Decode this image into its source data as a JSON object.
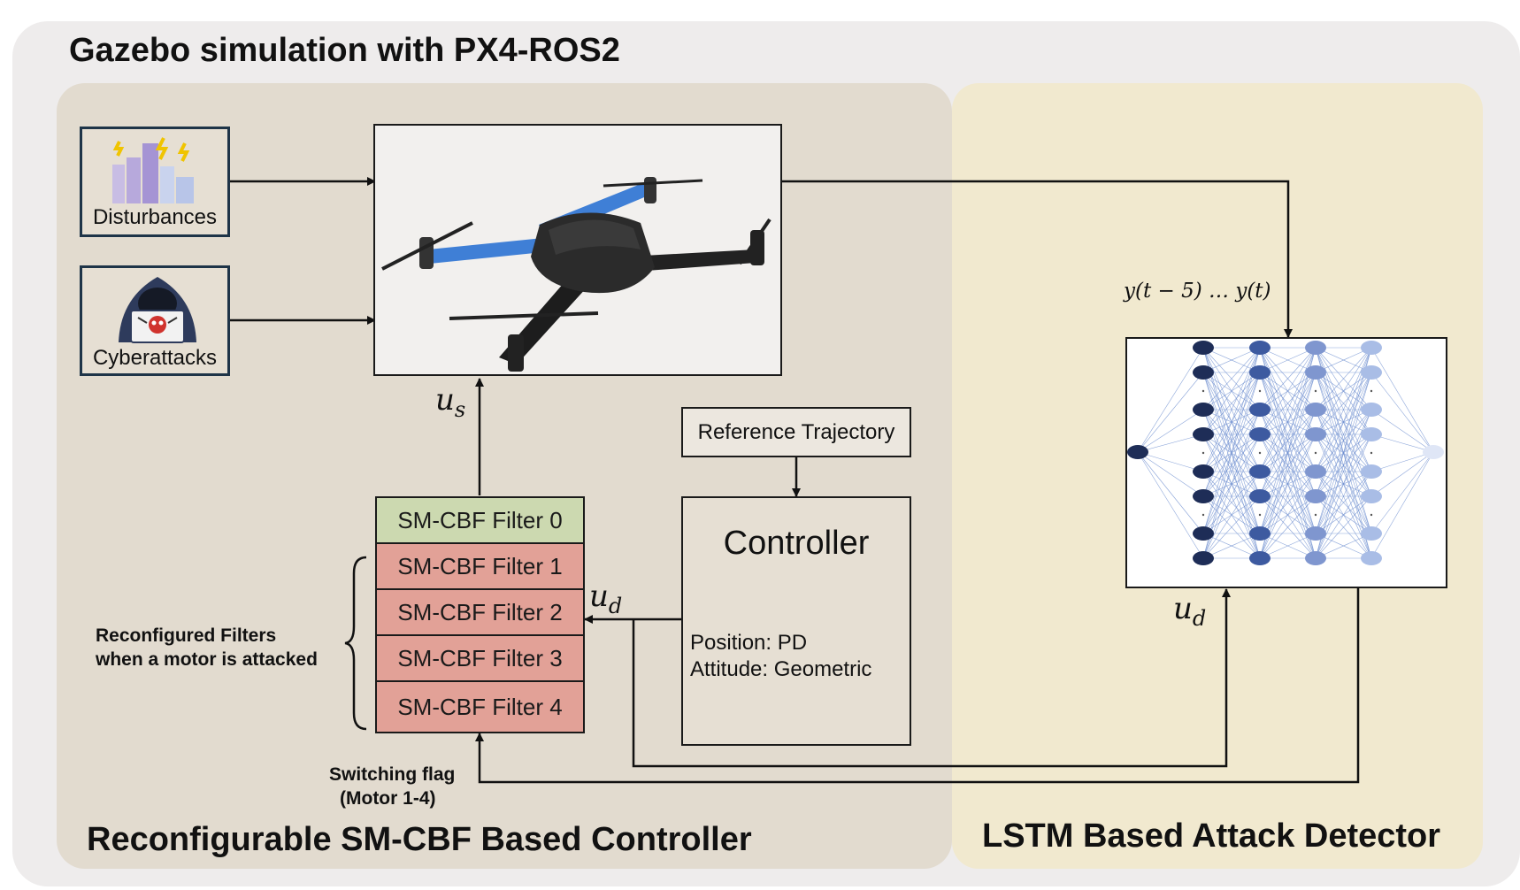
{
  "header": {
    "title": "Gazebo simulation with PX4-ROS2"
  },
  "panels": {
    "left_title": "Reconfigurable SM-CBF Based Controller",
    "right_title": "LSTM Based Attack Detector"
  },
  "inputs": {
    "disturbances": "Disturbances",
    "cyberattacks": "Cyberattacks"
  },
  "signals": {
    "us_base": "u",
    "us_sub": "s",
    "ud_base": "u",
    "ud_sub": "d",
    "outputs": "y(t − 5) … y(t)"
  },
  "reference": "Reference Trajectory",
  "controller": {
    "title": "Controller",
    "position": "Position: PD",
    "attitude": "Attitude: Geometric"
  },
  "filters": [
    {
      "label": "SM-CBF Filter 0",
      "color": "#ccd9b0"
    },
    {
      "label": "SM-CBF Filter 1",
      "color": "#e2a197"
    },
    {
      "label": "SM-CBF Filter 2",
      "color": "#e2a197"
    },
    {
      "label": "SM-CBF Filter 3",
      "color": "#e2a197"
    },
    {
      "label": "SM-CBF Filter 4",
      "color": "#e2a197"
    }
  ],
  "annotations": {
    "reconfig_line1": "Reconfigured Filters",
    "reconfig_line2": "when a motor is attacked",
    "switch_line1": "Switching flag",
    "switch_line2": "(Motor 1-4)"
  },
  "colors": {
    "left_panel": "#e2dbcf",
    "right_panel": "#f1e9cf",
    "filter_nominal": "#ccd9b0",
    "filter_reconfigured": "#e2a197",
    "drone_arm": "#3f7fd6",
    "nn_dark": "#1e2d57",
    "nn_mid": "#3d5aa0",
    "nn_light": "#a9bde6"
  }
}
